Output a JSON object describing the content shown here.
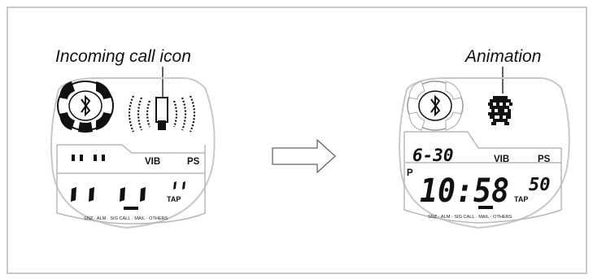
{
  "captions": {
    "left": "Incoming call icon",
    "right": "Animation"
  },
  "left_display": {
    "vib_label": "VIB",
    "ps_label": "PS",
    "tap_label": "TAP",
    "indicators": "SNZ · ALM · SIG   CALL · MAIL · OTHERS"
  },
  "right_display": {
    "date": "6-30",
    "vib_label": "VIB",
    "ps_label": "PS",
    "pm_label": "P",
    "time": "10:58",
    "seconds": "50",
    "tap_label": "TAP",
    "indicators": "SNZ · ALM · SIG   CALL · MAIL · OTHERS"
  },
  "icons": {
    "left_bluetooth": "bluetooth-icon",
    "left_call": "incoming-call-icon",
    "right_bluetooth": "bluetooth-icon",
    "right_animation": "character-animation-icon",
    "arrow": "right-arrow-icon"
  },
  "colors": {
    "lcd_outline": "#c8c8c8",
    "segment": "#111111",
    "frame": "#c9c9c9"
  }
}
